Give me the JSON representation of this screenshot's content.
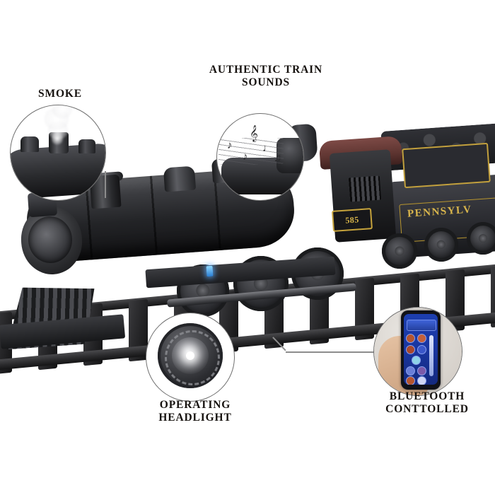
{
  "image": {
    "subject": "Electric steam locomotive train set product photo",
    "background_color": "#ffffff"
  },
  "callouts": [
    {
      "id": "smoke",
      "label": "SMOKE",
      "icon": "smoke-plume-icon",
      "detail": "Locomotive boiler top with smokestack emitting white smoke"
    },
    {
      "id": "sounds",
      "label": "AUTHENTIC TRAIN\nSOUNDS",
      "icon": "music-notes-icon",
      "detail": "Locomotive body with musical notes indicating sound effects"
    },
    {
      "id": "headlight",
      "label": "OPERATING\nHEADLIGHT",
      "icon": "headlight-icon",
      "detail": "Round locomotive headlight lens illuminated"
    },
    {
      "id": "bluetooth",
      "label": "BLUETOOTH\nCONTTOLLED",
      "icon": "smartphone-icon",
      "detail": "Hand holding smartphone running blue train control app"
    }
  ],
  "train": {
    "tender_lettering": "PENNSYLV",
    "cab_number": "585",
    "colors": {
      "body": "#232427",
      "cab_roof": "#5d3430",
      "gold_trim": "#c6a33c",
      "led_indicator": "#2b7fd4"
    }
  },
  "app_screen": {
    "accent_color": "#1d3fb0",
    "button_count": 9
  }
}
